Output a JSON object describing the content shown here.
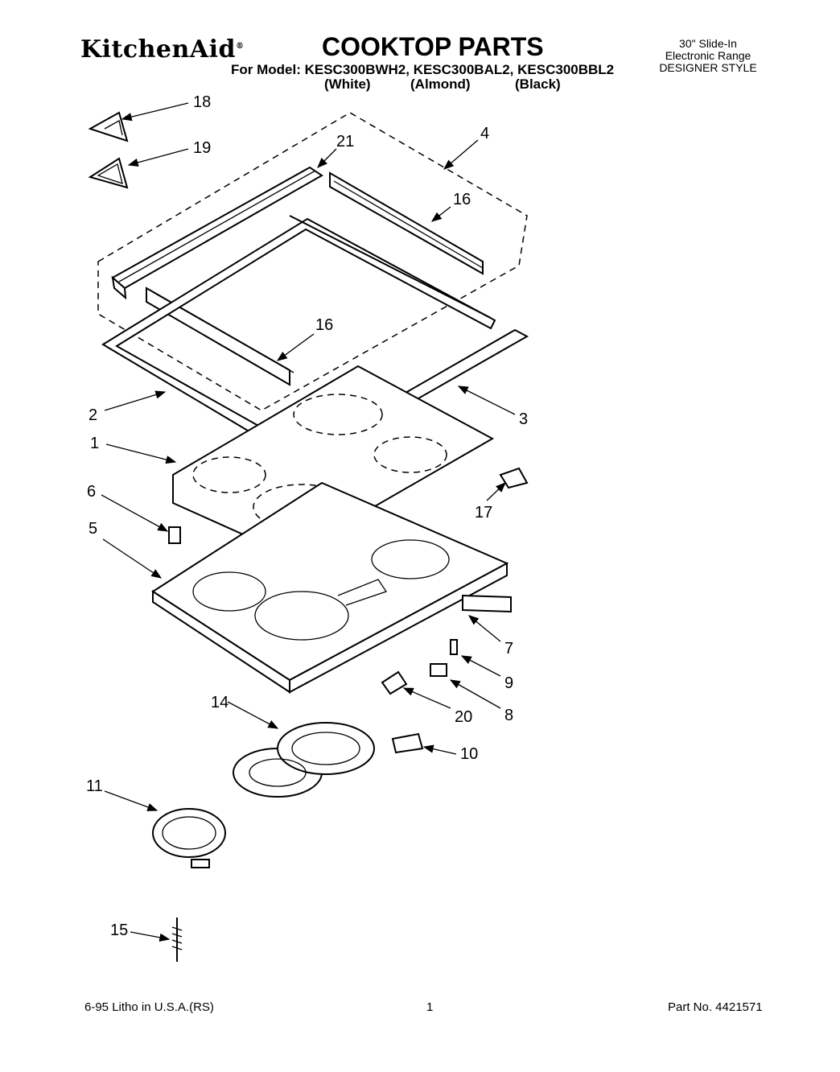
{
  "header": {
    "brand": "KitchenAid",
    "brand_mark": "®",
    "title": "COOKTOP PARTS",
    "model_line": "For Model: KESC300BWH2, KESC300BAL2, KESC300BBL2",
    "variants": [
      "(White)",
      "(Almond)",
      "(Black)"
    ],
    "side_lines": [
      "30\" Slide-In",
      "Electronic Range",
      "DESIGNER STYLE"
    ]
  },
  "callouts": [
    "18",
    "19",
    "21",
    "4",
    "16",
    "16",
    "2",
    "3",
    "1",
    "6",
    "17",
    "5",
    "7",
    "9",
    "20",
    "8",
    "14",
    "10",
    "11",
    "15"
  ],
  "footer": {
    "left": "6-95 Litho in U.S.A.(RS)",
    "page": "1",
    "part_no": "Part No. 4421571"
  }
}
